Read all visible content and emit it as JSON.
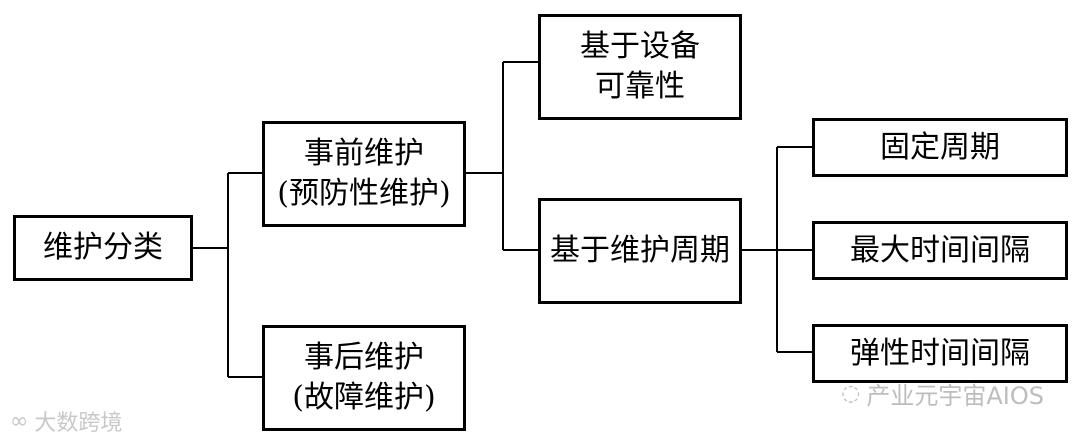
{
  "nodes": {
    "root": {
      "label": "维护分类"
    },
    "preventive": {
      "line1": "事前维护",
      "line2": "(预防性维护)"
    },
    "corrective": {
      "line1": "事后维护",
      "line2": "(故障维护)"
    },
    "reliability": {
      "line1": "基于设备",
      "line2": "可靠性"
    },
    "period": {
      "label": "基于维护周期"
    },
    "fixed": {
      "label": "固定周期"
    },
    "max_interval": {
      "label": "最大时间间隔"
    },
    "elastic_interval": {
      "label": "弹性时间间隔"
    }
  },
  "watermarks": {
    "right": "产业元宇宙AIOS",
    "left": "大数跨境"
  },
  "line_color": "#000000"
}
